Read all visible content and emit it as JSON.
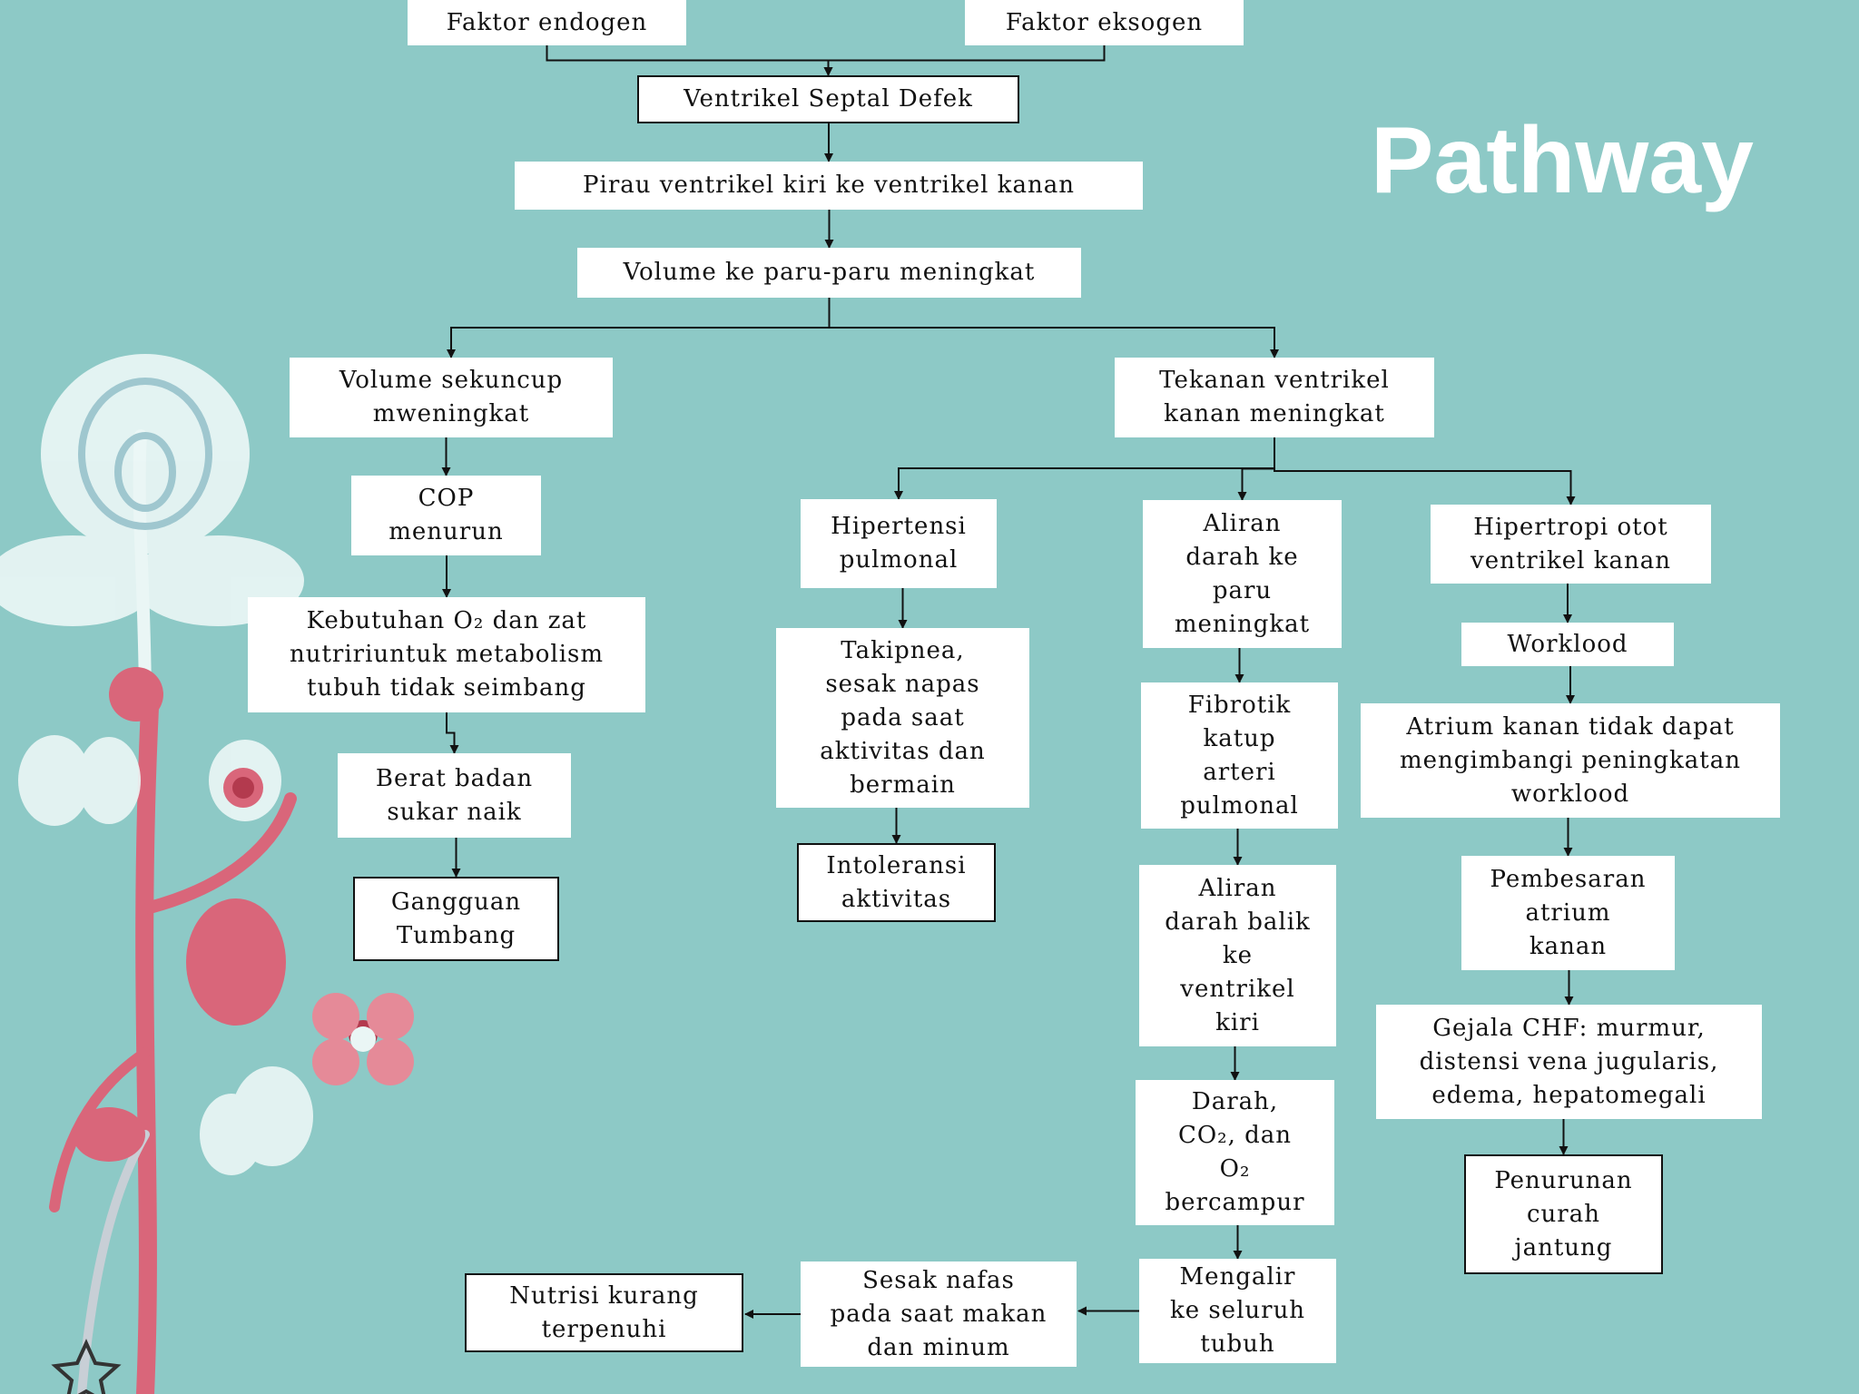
{
  "title": "Pathway",
  "colors": {
    "background": "#8dc9c6",
    "box": "#ffffff",
    "line": "#111111",
    "title": "#ffffff",
    "flower_pink": "#d9667a",
    "flower_white": "#eaf6f5"
  },
  "nodes": {
    "n1": "Faktor endogen",
    "n2": "Faktor eksogen",
    "n3": "Ventrikel  Septal Defek",
    "n4": "Pirau  ventrikel  kiri  ke ventrikel  kanan",
    "n5": "Volume  ke paru-paru meningkat",
    "n6": "Volume   sekuncup\nmweningkat",
    "n7": "Tekanan  ventrikel\nkanan meningkat",
    "n8": "COP\nmenurun",
    "n9": "Kebutuhan  O₂ dan zat\nnutririuntuk  metabolism\ntubuh  tidak  seimbang",
    "n10": "Berat badan\nsukar naik",
    "n11": "Gangguan\nTumbang",
    "n12": "Hipertensi\npulmonal",
    "n13": "Takipnea,\nsesak napas\npada saat\naktivitas  dan\nbermain",
    "n14": "Intoleransi\naktivitas",
    "n15": "Aliran\ndarah ke\nparu\nmeningkat",
    "n16": "Fibrotik\nkatup\narteri\npulmonal",
    "n17": "Aliran\ndarah  balik\nke\nventrikel\nkiri",
    "n18": "Darah,\nCO₂, dan\nO₂\nbercampur",
    "n19": "Mengalir\nke seluruh\ntubuh",
    "n20": "Sesak nafas\npada saat makan\ndan minum",
    "n21": "Nutrisi  kurang\nterpenuhi",
    "n22": "Hipertropi  otot\nventrikel  kanan",
    "n23": "Worklood",
    "n24": "Atrium  kanan tidak  dapat\nmengimbangi  peningkatan\nworklood",
    "n25": "Pembesaran\natrium\nkanan",
    "n26": "Gejala  CHF: murmur,\ndistensi  vena jugularis,\nedema, hepatomegali",
    "n27": "Penurunan\ncurah\njantung"
  },
  "edges": [
    [
      "n1",
      "n3"
    ],
    [
      "n2",
      "n3"
    ],
    [
      "n3",
      "n4"
    ],
    [
      "n4",
      "n5"
    ],
    [
      "n5",
      "n6"
    ],
    [
      "n5",
      "n7"
    ],
    [
      "n6",
      "n8"
    ],
    [
      "n8",
      "n9"
    ],
    [
      "n9",
      "n10"
    ],
    [
      "n10",
      "n11"
    ],
    [
      "n7",
      "n12"
    ],
    [
      "n7",
      "n15"
    ],
    [
      "n7",
      "n22"
    ],
    [
      "n12",
      "n13"
    ],
    [
      "n13",
      "n14"
    ],
    [
      "n15",
      "n16"
    ],
    [
      "n16",
      "n17"
    ],
    [
      "n17",
      "n18"
    ],
    [
      "n18",
      "n19"
    ],
    [
      "n19",
      "n20"
    ],
    [
      "n20",
      "n21"
    ],
    [
      "n22",
      "n23"
    ],
    [
      "n23",
      "n24"
    ],
    [
      "n24",
      "n25"
    ],
    [
      "n25",
      "n26"
    ],
    [
      "n26",
      "n27"
    ]
  ]
}
